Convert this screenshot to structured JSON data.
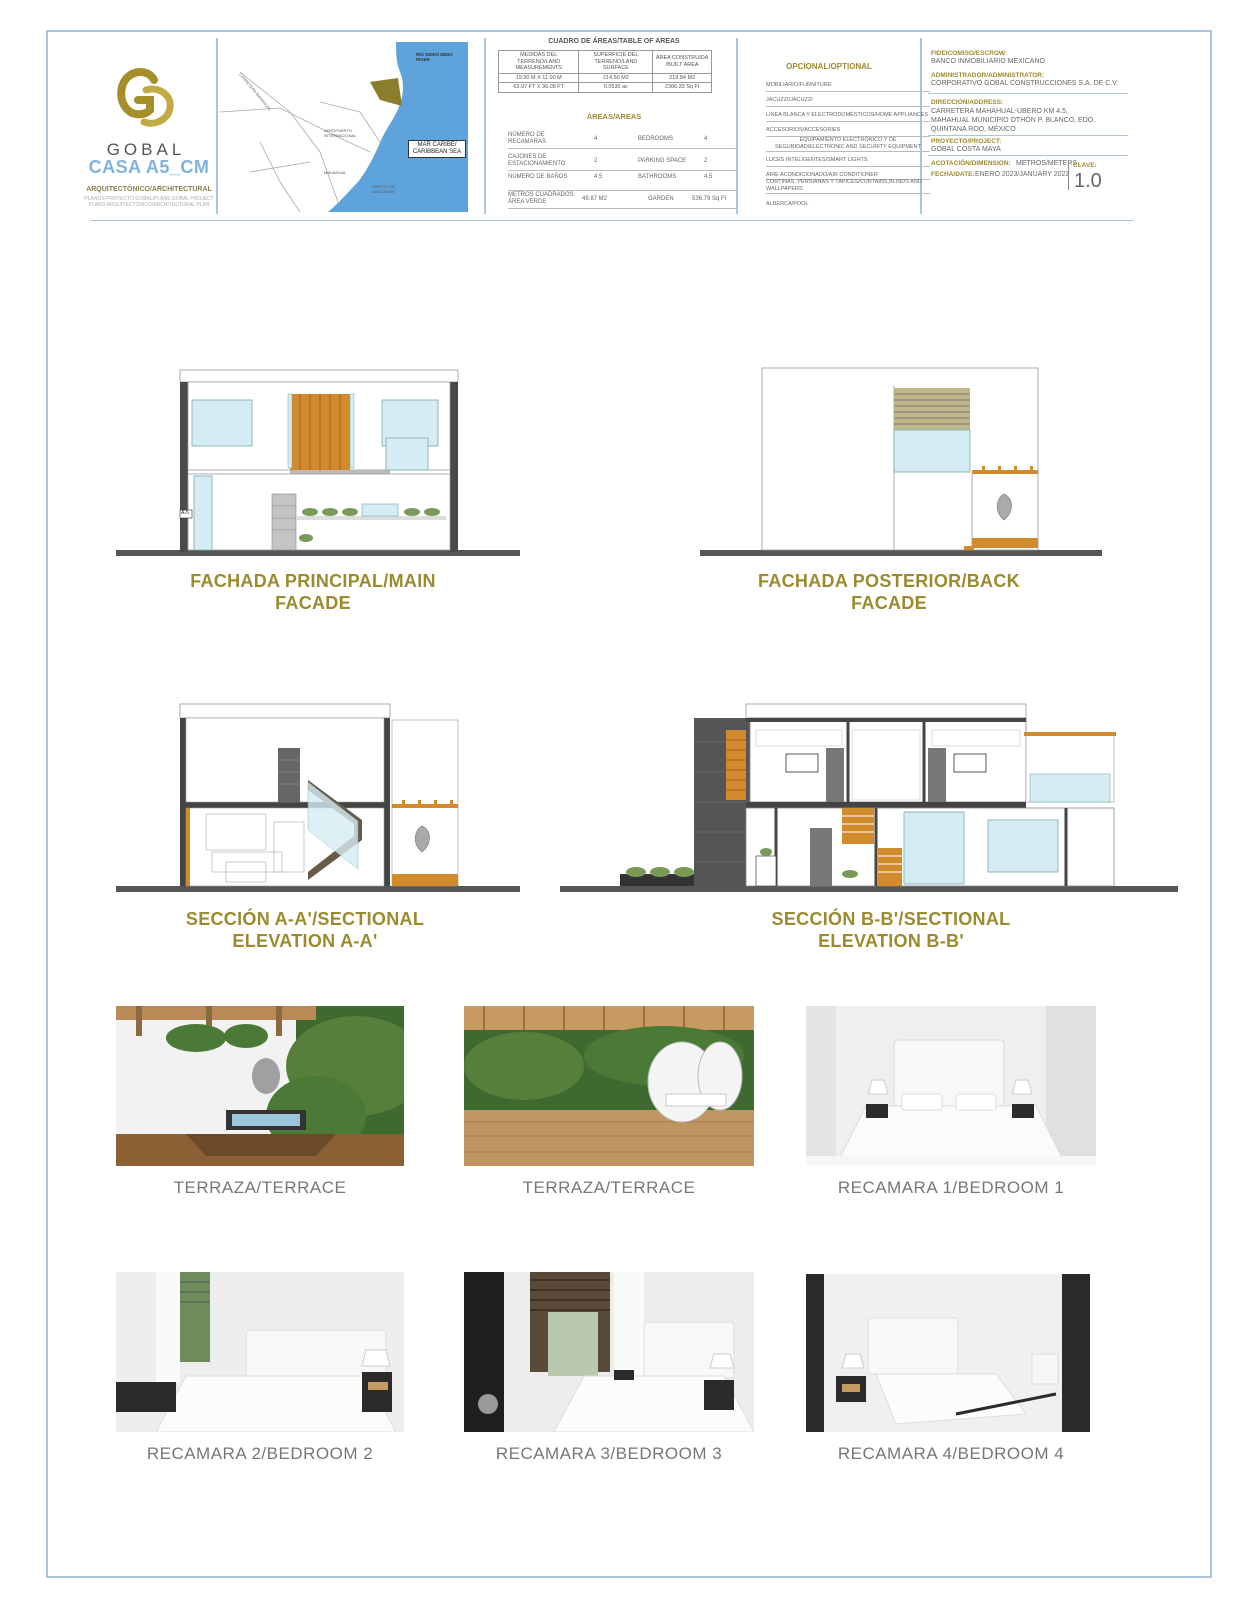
{
  "header": {
    "brand": "GOBAL",
    "project_name": "CASA A5_CM",
    "discipline": "ARQUITECTÓNICO/ARCHITECTURAL",
    "plan_lines": [
      "PLANOS PROYECTO GOBAL/PLANS GOBAL PROJECT",
      "PLANO ARQUITECTÓNICO/ARCHITECTURAL PLAN"
    ]
  },
  "map": {
    "river_label": "RÍO INDIO/ INDIO RIVER",
    "sea_label": "MAR CARIBE/ CARIBBEAN SEA",
    "labels": [
      "CARRETERA MAHAHUAL",
      "AEROPUERTO INTERNACIONAL",
      "MAHAHUAL",
      "PUERTO DE CRUCEROS"
    ]
  },
  "areas_table": {
    "title": "CUADRO DE ÁREAS/TABLE OF AREAS",
    "headers": [
      "MEDIDAS DEL TERRENO/LAND MEASUREMENTS",
      "SUPERFICIE DEL TERRENO/LAND SURFACE",
      "ÁREA CONSTRUIDA /BUILT AREA"
    ],
    "rows": [
      [
        "19.50 M X 11.00 M",
        "214.50 M2",
        "219.84 M2"
      ],
      [
        "63.97 FT X 36.08 FT",
        "0.0530 ac",
        "2366.33 Sq Ft"
      ]
    ],
    "areas_title": "ÁREAS/AREAS",
    "area_rows": [
      {
        "es": "NÚMERO DE RECAMARAS",
        "val": "4",
        "en": "BEDROOMS",
        "val2": "4"
      },
      {
        "es": "CAJONES DE ESTACIONAMIENTO",
        "val": "2",
        "en": "PARKING SPACE",
        "val2": "2"
      },
      {
        "es": "NÚMERO DE BAÑOS",
        "val": "4.5",
        "en": "BATHROOMS",
        "val2": "4.5"
      },
      {
        "es": "METROS CUADRADOS ÁREA VERDE",
        "val": "49.87 M2",
        "en": "GARDEN",
        "val2": "536.79 Sq Ft"
      }
    ]
  },
  "optional": {
    "title": "OPCIONAL/OPTIONAL",
    "items": [
      "MOBILIARIO/FURNITURE",
      "JACUZZI/JACUZZI",
      "LÍNEA BLANCA Y ELECTRODOMÉSTICOS/HOME APPLIANCES",
      "ACCESORIOS/ACCESORIES",
      "EQUIPAMIENTO ELECTRÓNICO Y DE SEGURIDAD/ELECTRONIC AND SECURITY EQUIPMENT",
      "LUCES INTELIGENTES/SMART LIGHTS",
      "AIRE ACONDICIONADO/AIR CONDITIONER",
      "CORTINAS, PERSIANAS Y TAPICES/CURTAINS,BLINDS AND WALLPAPERS",
      "ALBERCA/POOL"
    ]
  },
  "info": {
    "escrow_label": "FIDEICOMISO/ESCROW:",
    "escrow_value": "BANCO INMOBILIARIO MEXICANO",
    "admin_label": "ADMINISTRADOR/ADMINISTRATOR:",
    "admin_value": "CORPORATIVO GOBAL CONSTRUCCIONES S.A. DE C.V.",
    "address_label": "DIRECCIÓN/ADDRESS:",
    "address_lines": [
      "CARRETERA MAHAHUAL-UBERO KM 4.5,",
      "MAHAHUAL MUNICIPIO OTHÓN P. BLANCO, EDO.",
      "QUINTANA ROO, MÉXICO"
    ],
    "project_label": "PROYECTO/PROJECT:",
    "project_value": "GOBAL COSTA MAYA",
    "dimension_label": "ACOTACIÓN/DIMENSION:",
    "dimension_value": "METROS/METERS",
    "date_label": "FECHA/DATE:",
    "date_value": "ENERO 2023/JANUARY 2023",
    "key_label": "CLAVE:",
    "key_value": "1.0"
  },
  "drawings": {
    "main_facade": [
      "FACHADA PRINCIPAL/MAIN",
      "FACADE"
    ],
    "back_facade": [
      "FACHADA POSTERIOR/BACK",
      "FACADE"
    ],
    "section_a": [
      "SECCIÓN A-A'/SECTIONAL",
      "ELEVATION A-A'"
    ],
    "section_b": [
      "SECCIÓN B-B'/SECTIONAL",
      "ELEVATION B-B'"
    ],
    "tag": "A-5"
  },
  "photos": [
    "TERRAZA/TERRACE",
    "TERRAZA/TERRACE",
    "RECAMARA 1/BEDROOM 1",
    "RECAMARA 2/BEDROOM 2",
    "RECAMARA 3/BEDROOM 3",
    "RECAMARA 4/BEDROOM 4"
  ],
  "colors": {
    "accent_gold": "#9c8a2e",
    "frame_blue": "#a9c4e0",
    "wood": "#d18a2c",
    "dark_wall": "#555555",
    "sea": "#5fa3dc"
  }
}
